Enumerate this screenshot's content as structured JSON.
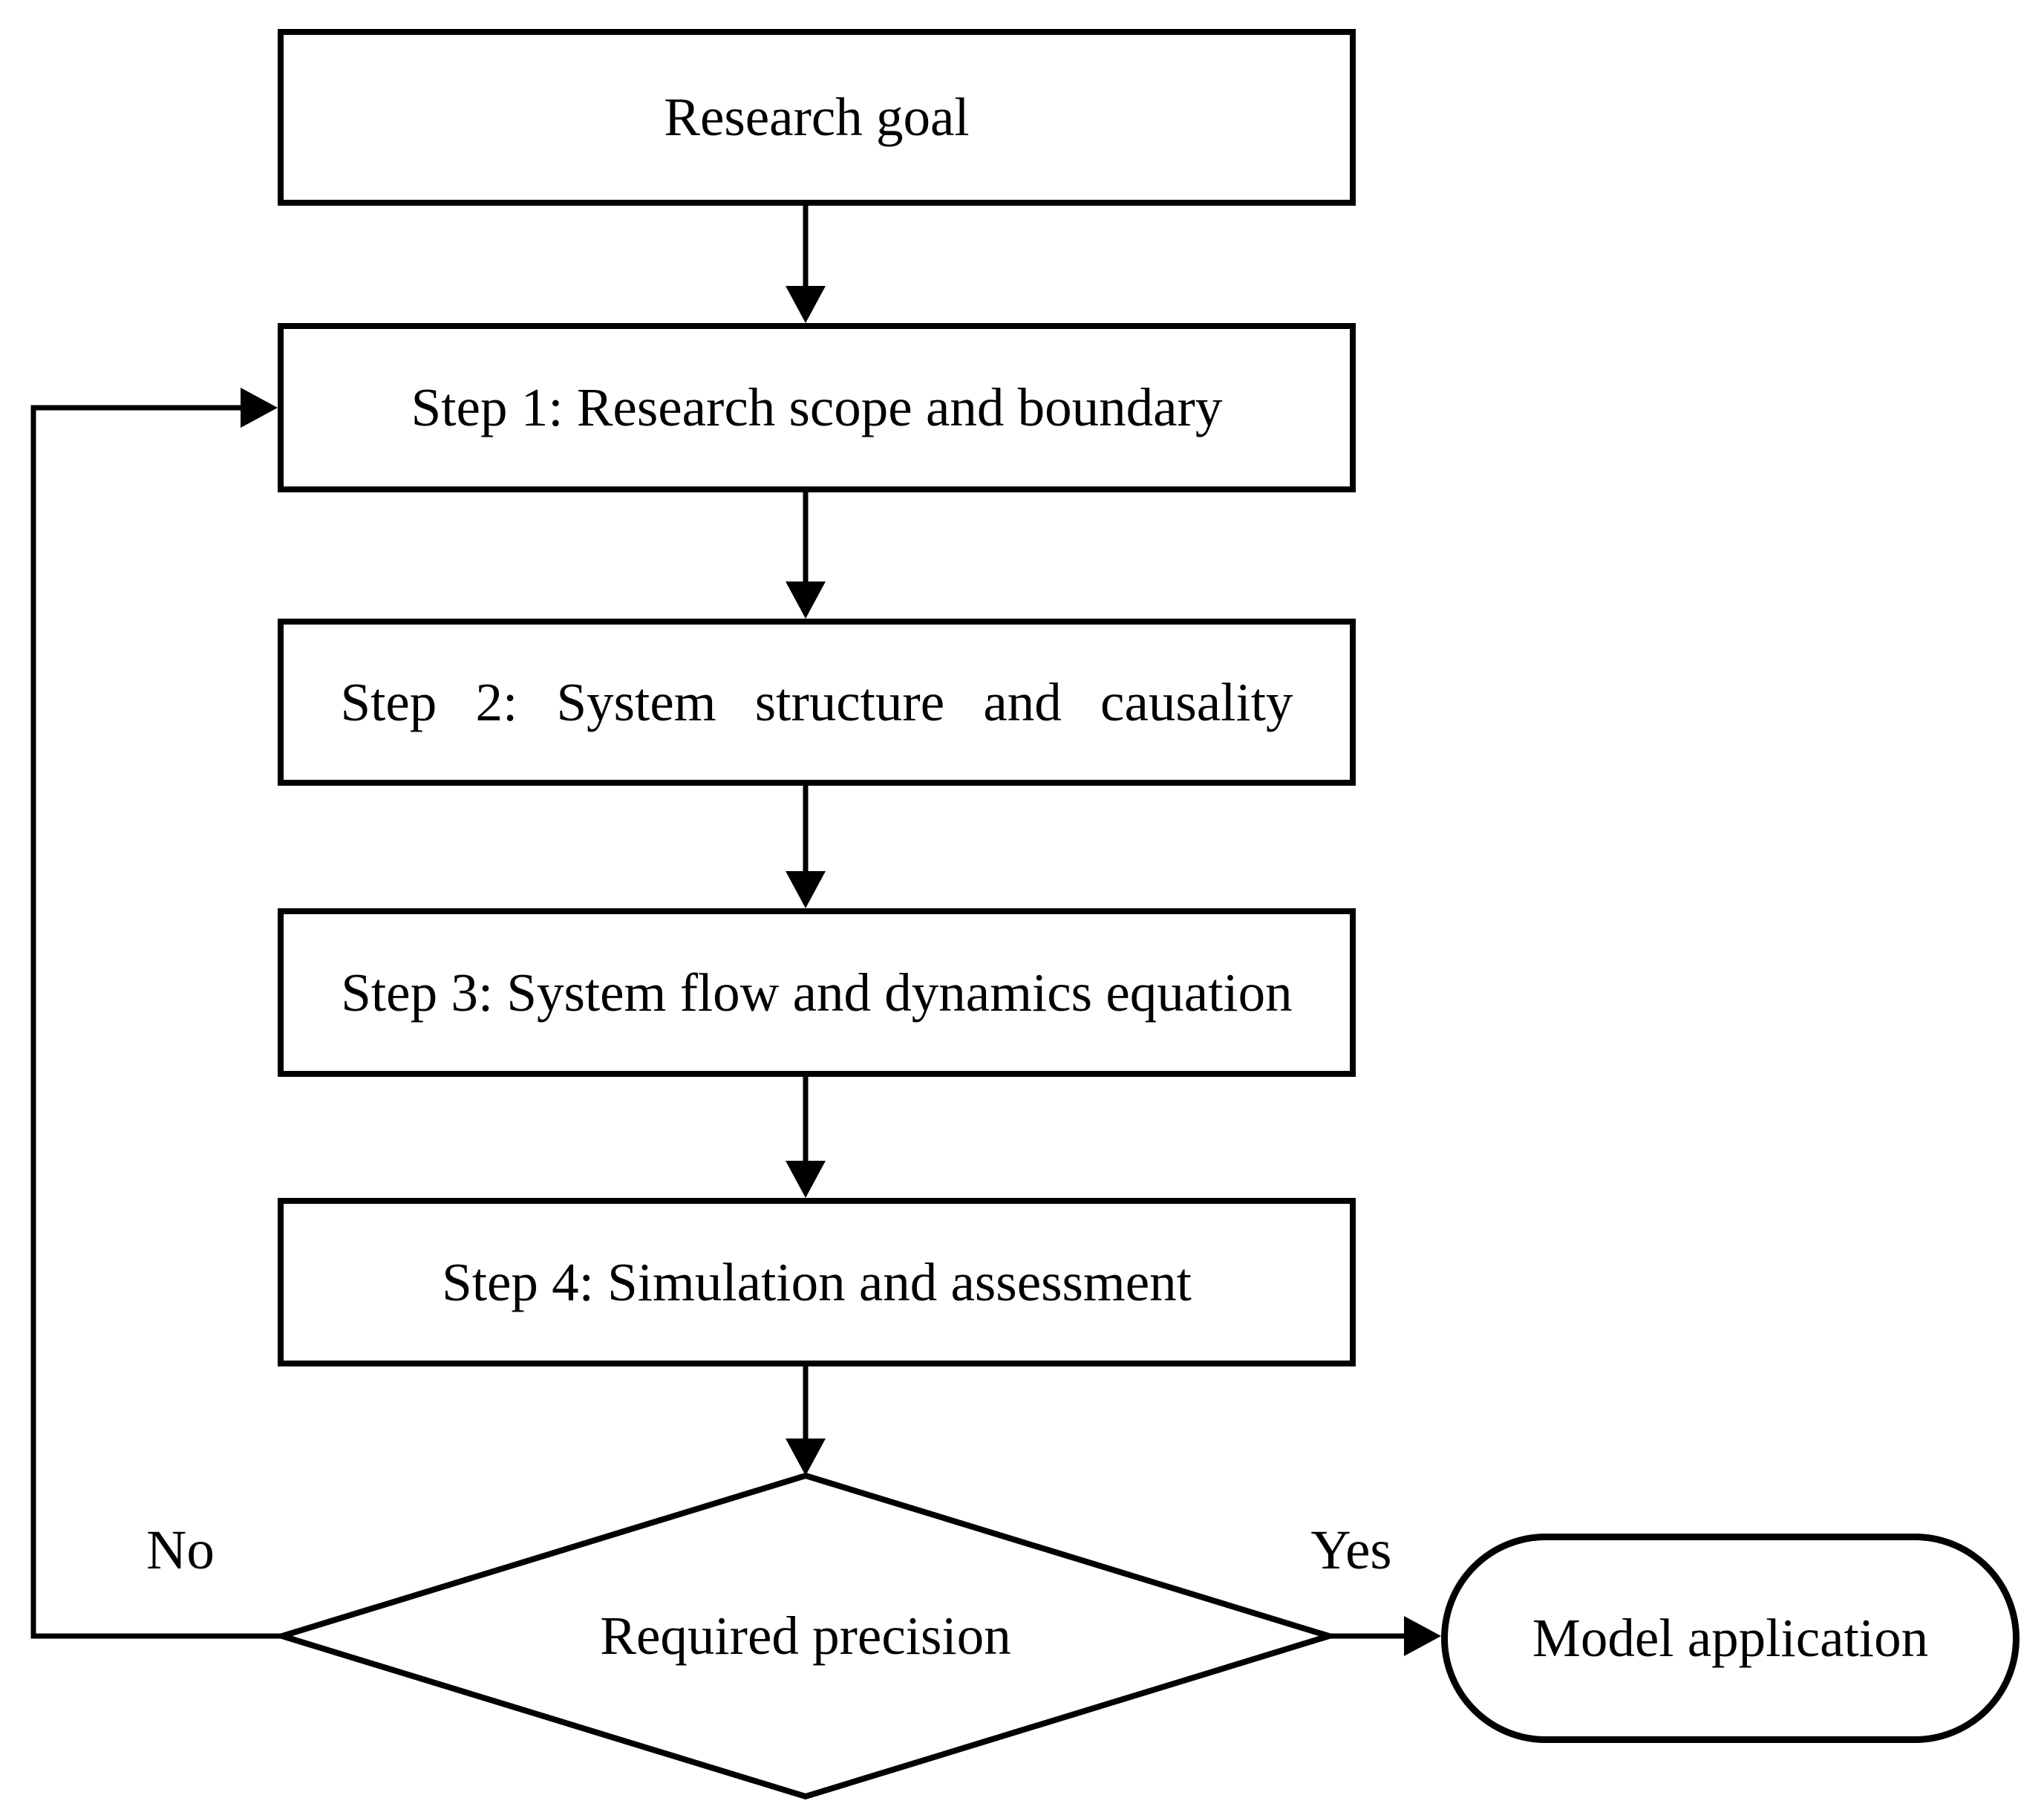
{
  "flowchart": {
    "background_color": "#ffffff",
    "line_color": "#000000",
    "nodes": [
      {
        "id": "research_goal",
        "type": "process",
        "label": "Research goal"
      },
      {
        "id": "step1",
        "type": "process",
        "label": "Step 1: Research scope and boundary"
      },
      {
        "id": "step2",
        "type": "process",
        "label": "Step 2: System structure and causality"
      },
      {
        "id": "step3",
        "type": "process",
        "label": "Step 3: System flow and dynamics equation"
      },
      {
        "id": "step4",
        "type": "process",
        "label": "Step 4: Simulation and assessment"
      },
      {
        "id": "decision",
        "type": "decision",
        "label": "Required precision"
      },
      {
        "id": "model_application",
        "type": "terminator",
        "label": "Model application"
      }
    ],
    "edges": [
      {
        "from": "research_goal",
        "to": "step1"
      },
      {
        "from": "step1",
        "to": "step2"
      },
      {
        "from": "step2",
        "to": "step3"
      },
      {
        "from": "step3",
        "to": "step4"
      },
      {
        "from": "step4",
        "to": "decision"
      },
      {
        "from": "decision",
        "to": "model_application",
        "label": "Yes"
      },
      {
        "from": "decision",
        "to": "step1",
        "label": "No"
      }
    ]
  }
}
